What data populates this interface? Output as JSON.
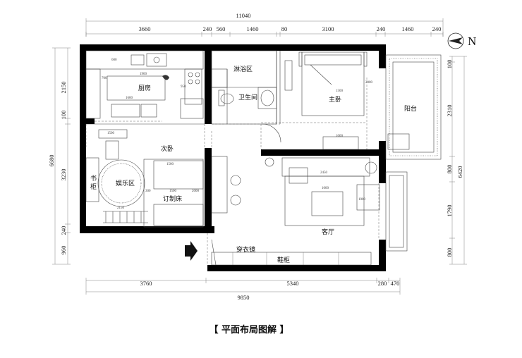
{
  "title": "【 平面布局图解 】",
  "north_label": "N",
  "dims_top_total": "11040",
  "dims_top": [
    "3660",
    "240",
    "560",
    "1460",
    "80",
    "3100",
    "240",
    "1460",
    "240"
  ],
  "dims_bottom_total": "9850",
  "dims_bottom": [
    "3760",
    "5340",
    "280",
    "470"
  ],
  "dims_left_total": "6680",
  "dims_left": [
    "2150",
    "100",
    "3230",
    "240",
    "960"
  ],
  "dims_right_total": "6420",
  "dims_right": [
    "100",
    "2310",
    "800",
    "1790",
    "800"
  ],
  "rooms": {
    "kitchen": "厨房",
    "shower": "淋浴区",
    "bathroom": "卫生间",
    "master_bedroom": "主卧",
    "balcony": "阳台",
    "second_bedroom": "次卧",
    "entertainment": "娱乐区",
    "bookcase": "书\n柜",
    "custom_bed": "订制床",
    "living_room": "客厅",
    "mirror": "穿衣镜",
    "shoe_cabinet": "鞋柜"
  },
  "small_dims": {
    "k1": "1900",
    "k2": "1600",
    "k3": "950",
    "k4": "600",
    "k5": "700",
    "b1": "1500",
    "b2": "2000",
    "b3": "1000",
    "e1": "1500",
    "e2": "2150",
    "e3": "300",
    "e4": "1500",
    "e5": "2000",
    "e6": "1500",
    "l1": "2450",
    "l2": "1000",
    "l3": "1000"
  }
}
